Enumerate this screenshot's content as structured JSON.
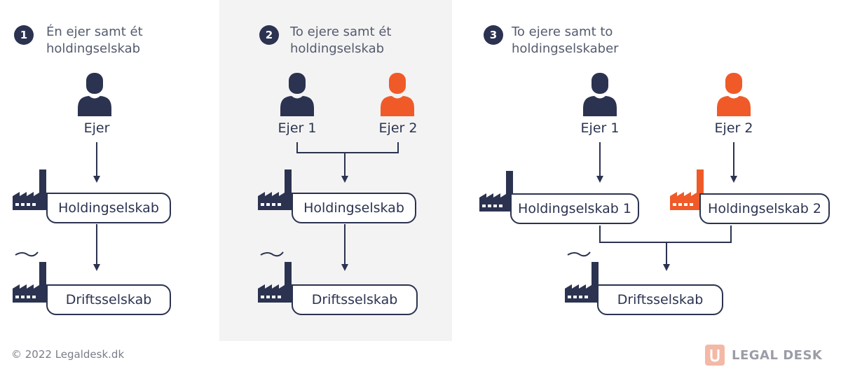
{
  "colors": {
    "navy": "#2b3350",
    "orange": "#f05a28",
    "panel": "#f3f3f3",
    "muted": "#9a9da6"
  },
  "scenarios": [
    {
      "number": "1",
      "title_line1": "Én ejer samt ét",
      "title_line2": "holdingselskab",
      "owners": [
        "Ejer"
      ],
      "holdings": [
        "Holdingselskab"
      ],
      "operating": "Driftsselskab"
    },
    {
      "number": "2",
      "title_line1": "To ejere samt ét",
      "title_line2": "holdingselskab",
      "owners": [
        "Ejer 1",
        "Ejer 2"
      ],
      "holdings": [
        "Holdingselskab"
      ],
      "operating": "Driftsselskab"
    },
    {
      "number": "3",
      "title_line1": "To ejere samt to",
      "title_line2": "holdingselskaber",
      "owners": [
        "Ejer 1",
        "Ejer 2"
      ],
      "holdings": [
        "Holdingselskab 1",
        "Holdingselskab 2"
      ],
      "operating": "Driftsselskab"
    }
  ],
  "footer": {
    "copyright": "© 2022 Legaldesk.dk",
    "brand": "LEGAL DESK"
  }
}
